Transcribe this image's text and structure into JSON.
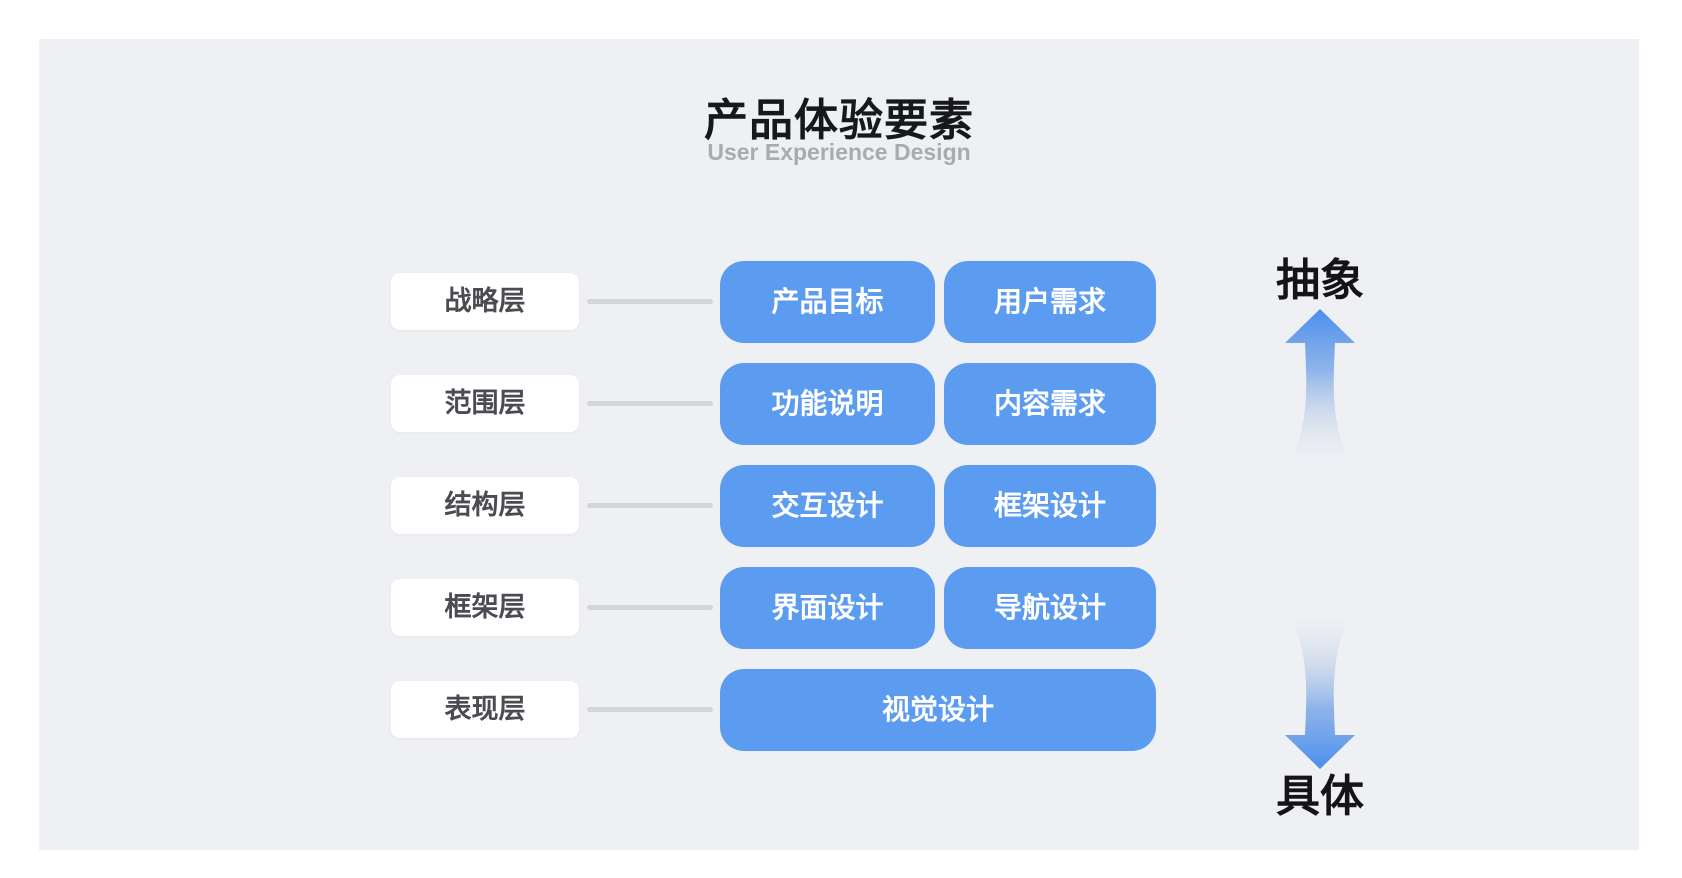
{
  "title": "产品体验要素",
  "subtitle": "User Experience Design",
  "axis": {
    "top_label": "抽象",
    "bottom_label": "具体"
  },
  "rows": [
    {
      "layer": "战略层",
      "items": [
        "产品目标",
        "用户需求"
      ]
    },
    {
      "layer": "范围层",
      "items": [
        "功能说明",
        "内容需求"
      ]
    },
    {
      "layer": "结构层",
      "items": [
        "交互设计",
        "框架设计"
      ]
    },
    {
      "layer": "框架层",
      "items": [
        "界面设计",
        "导航设计"
      ]
    },
    {
      "layer": "表现层",
      "items": [
        "视觉设计"
      ]
    }
  ],
  "icons": [
    "up-arrow-icon",
    "down-arrow-icon"
  ],
  "colors": {
    "panel_bg": "#EFF0F4",
    "node_blue": "#5B9BF0",
    "arrow_blue": "#4A8EEC",
    "connector_gray": "#D3D5D9",
    "label_text": "#4A4C52",
    "subtitle_gray": "#A9ABB1",
    "title_black": "#17181A"
  }
}
